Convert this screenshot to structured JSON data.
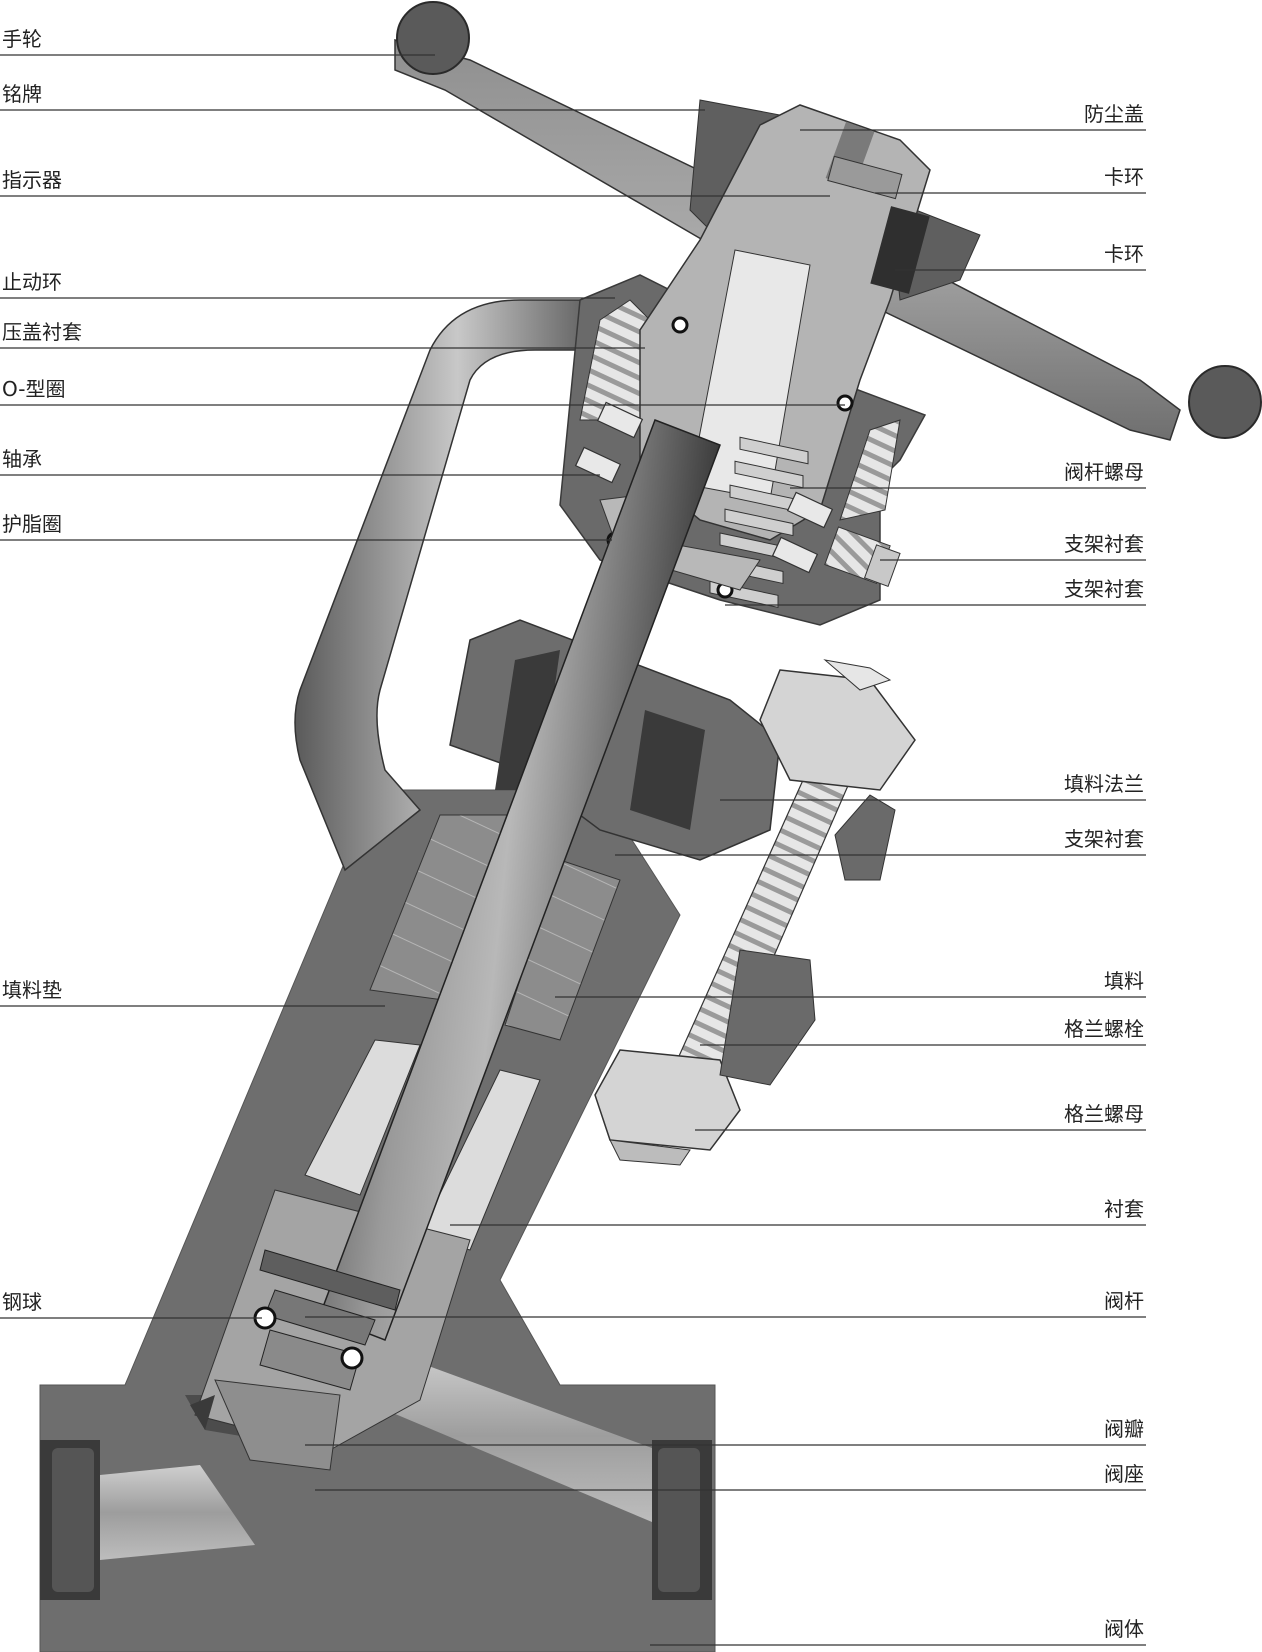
{
  "labels_left": [
    {
      "id": "handwheel",
      "text": "手轮"
    },
    {
      "id": "nameplate",
      "text": "铭牌"
    },
    {
      "id": "indicator",
      "text": "指示器"
    },
    {
      "id": "stop-ring",
      "text": "止动环"
    },
    {
      "id": "gland-bushing",
      "text": "压盖衬套"
    },
    {
      "id": "o-ring",
      "text": "O-型圈"
    },
    {
      "id": "bearing",
      "text": "轴承"
    },
    {
      "id": "grease-ring",
      "text": "护脂圈"
    },
    {
      "id": "packing-washer",
      "text": "填料垫"
    },
    {
      "id": "steel-ball",
      "text": "钢球"
    }
  ],
  "labels_right": [
    {
      "id": "dust-cap",
      "text": "防尘盖"
    },
    {
      "id": "snap-ring-1",
      "text": "卡环"
    },
    {
      "id": "snap-ring-2",
      "text": "卡环"
    },
    {
      "id": "stem-nut",
      "text": "阀杆螺母"
    },
    {
      "id": "yoke-bushing-1",
      "text": "支架衬套"
    },
    {
      "id": "yoke-bushing-2",
      "text": "支架衬套"
    },
    {
      "id": "packing-flange",
      "text": "填料法兰"
    },
    {
      "id": "yoke-bushing-3",
      "text": "支架衬套"
    },
    {
      "id": "packing",
      "text": "填料"
    },
    {
      "id": "gland-bolt",
      "text": "格兰螺栓"
    },
    {
      "id": "gland-nut",
      "text": "格兰螺母"
    },
    {
      "id": "bushing",
      "text": "衬套"
    },
    {
      "id": "stem",
      "text": "阀杆"
    },
    {
      "id": "disc",
      "text": "阀瓣"
    },
    {
      "id": "seat",
      "text": "阀座"
    },
    {
      "id": "body",
      "text": "阀体"
    }
  ]
}
